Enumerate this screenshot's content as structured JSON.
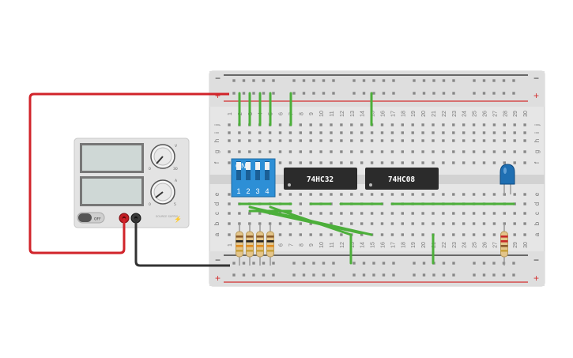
{
  "breadboard": {
    "rail_labels": {
      "minus": "−",
      "plus": "+"
    },
    "row_letters_top": [
      "j",
      "i",
      "h",
      "g",
      "f"
    ],
    "row_letters_bottom": [
      "e",
      "d",
      "c",
      "b",
      "a"
    ],
    "column_count": 30
  },
  "power_supply": {
    "off_label": "OFF",
    "voltage_unit": "V",
    "current_unit": "A",
    "knob_min": "0",
    "voltage_max": "30",
    "current_max": "5",
    "brand": "SOURCE SUPPLY"
  },
  "dip_switch": {
    "on_label": "ON",
    "switch_numbers": [
      "1",
      "2",
      "3",
      "4"
    ]
  },
  "chips": [
    {
      "label": "74HC32"
    },
    {
      "label": "74HC08"
    }
  ],
  "led": {
    "color": "#1f6fb2"
  },
  "colors": {
    "wire_red": "#d1232a",
    "wire_black": "#333333",
    "jumper_green": "#4caf3a",
    "dip_blue": "#2d8fd6",
    "chip_body": "#2b2b2b",
    "rail_red": "#d32f2f"
  }
}
